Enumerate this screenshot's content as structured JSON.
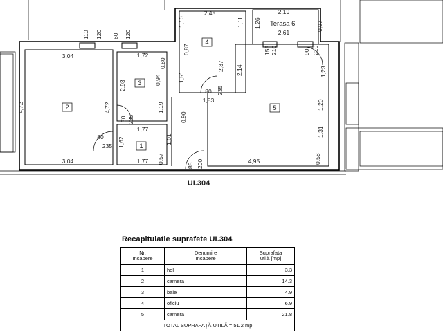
{
  "plan": {
    "unit_label": "UI.304",
    "terrace_label": "Terasa 6",
    "rooms": [
      "1",
      "2",
      "3",
      "4",
      "5"
    ],
    "dims": {
      "d110": "110",
      "d120a": "120",
      "d60": "60",
      "d120b": "120",
      "d245": "2,45",
      "d219": "2,19",
      "d261": "2,61",
      "d110b": "1,10",
      "d111": "1,11",
      "d126": "1,26",
      "d097": "0,97",
      "d304top": "3,04",
      "d172": "1,72",
      "d080": "0,80",
      "d155": "155",
      "d210a": "210",
      "d90": "90",
      "d210b": "210",
      "d087": "0,87",
      "d151": "1,51",
      "d237": "2,37",
      "d214": "2,14",
      "d123": "1,23",
      "d293": "2,93",
      "d094": "0,94",
      "d472l": "4,72",
      "d472r": "4,72",
      "d80mid": "80",
      "d235mid": "235",
      "d183": "1,83",
      "d119": "1,19",
      "d090": "0,90",
      "d120": "1,20",
      "d70": "70",
      "d235s": "235",
      "d177a": "1,77",
      "d80l": "80",
      "d235l": "235",
      "d162": "1,62",
      "d101": "1,01",
      "d131": "1,31",
      "d304bot": "3,04",
      "d177b": "1,77",
      "d057": "0,57",
      "d85": "85",
      "d200": "200",
      "d495": "4,95",
      "d058": "0,58"
    }
  },
  "table": {
    "title": "Recapitulatie suprafete UI.304",
    "headers": {
      "nr": "Nr.\nIncapere",
      "name": "Denumire\nIncapere",
      "area": "Suprafata\nutilă [mp]"
    },
    "rows": [
      {
        "nr": "1",
        "name": "hol",
        "area": "3.3"
      },
      {
        "nr": "2",
        "name": "camera",
        "area": "14.3"
      },
      {
        "nr": "3",
        "name": "baie",
        "area": "4.9"
      },
      {
        "nr": "4",
        "name": "oficiu",
        "area": "6.9"
      },
      {
        "nr": "5",
        "name": "camera",
        "area": "21.8"
      }
    ],
    "total": "TOTAL SUPRAFAȚĂ UTILĂ = 51.2 mp"
  }
}
